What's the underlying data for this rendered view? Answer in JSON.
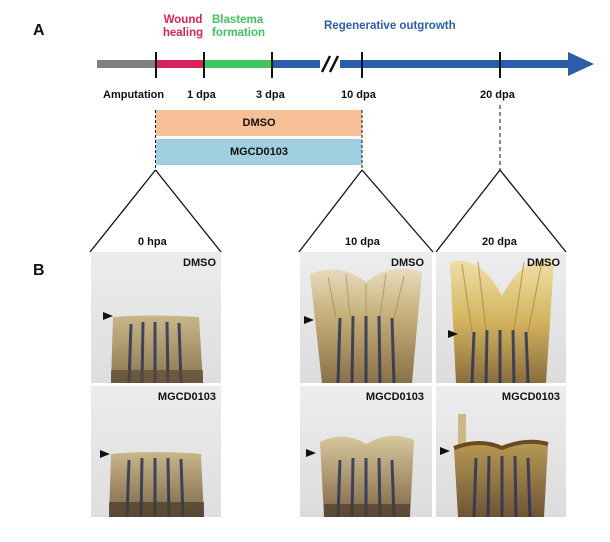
{
  "panels": {
    "a": "A",
    "b": "B"
  },
  "phases": {
    "wound_line1": "Wound",
    "wound_line2": "healing",
    "blastema_line1": "Blastema",
    "blastema_line2": "formation",
    "regen": "Regenerative outgrowth"
  },
  "timepoints": {
    "amputation": "Amputation",
    "dpa1": "1 dpa",
    "dpa3": "3 dpa",
    "dpa10": "10 dpa",
    "dpa20": "20 dpa"
  },
  "treatments": {
    "dmso": "DMSO",
    "mgcd": "MGCD0103"
  },
  "columns": {
    "c0": "0 hpa",
    "c10": "10 dpa",
    "c20": "20 dpa"
  },
  "colors": {
    "gray": "#7f7f7f",
    "wound": "#d6245a",
    "blastema": "#3fc45e",
    "regen": "#2a5ea8",
    "dmso_bar": "#f6bf95",
    "mgcd_bar": "#9fcfe0"
  },
  "icons": [
    "axis-break-icon",
    "timeline-arrow-icon",
    "amputation-plane-arrow-icon"
  ]
}
